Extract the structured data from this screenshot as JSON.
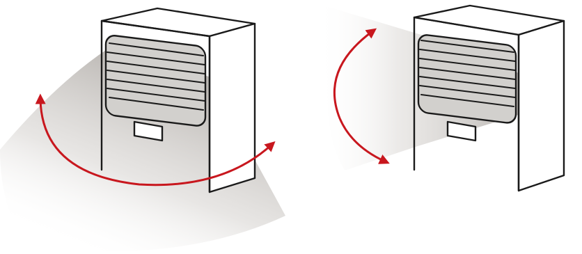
{
  "colors": {
    "outline": "#1a1a1a",
    "arrow": "#c8171e",
    "vent_fill": "#d2d0cd",
    "airflow_shade": "#bdb9b5",
    "background": "#ffffff"
  },
  "units": [
    {
      "id": "left-unit",
      "airflow_direction": "horizontal-swing",
      "vent_slats": 7
    },
    {
      "id": "right-unit",
      "airflow_direction": "vertical-swing",
      "vent_slats": 7
    }
  ],
  "icons": {
    "swing_arrow": "double-headed-curved-arrow",
    "airflow": "airflow-cone"
  }
}
